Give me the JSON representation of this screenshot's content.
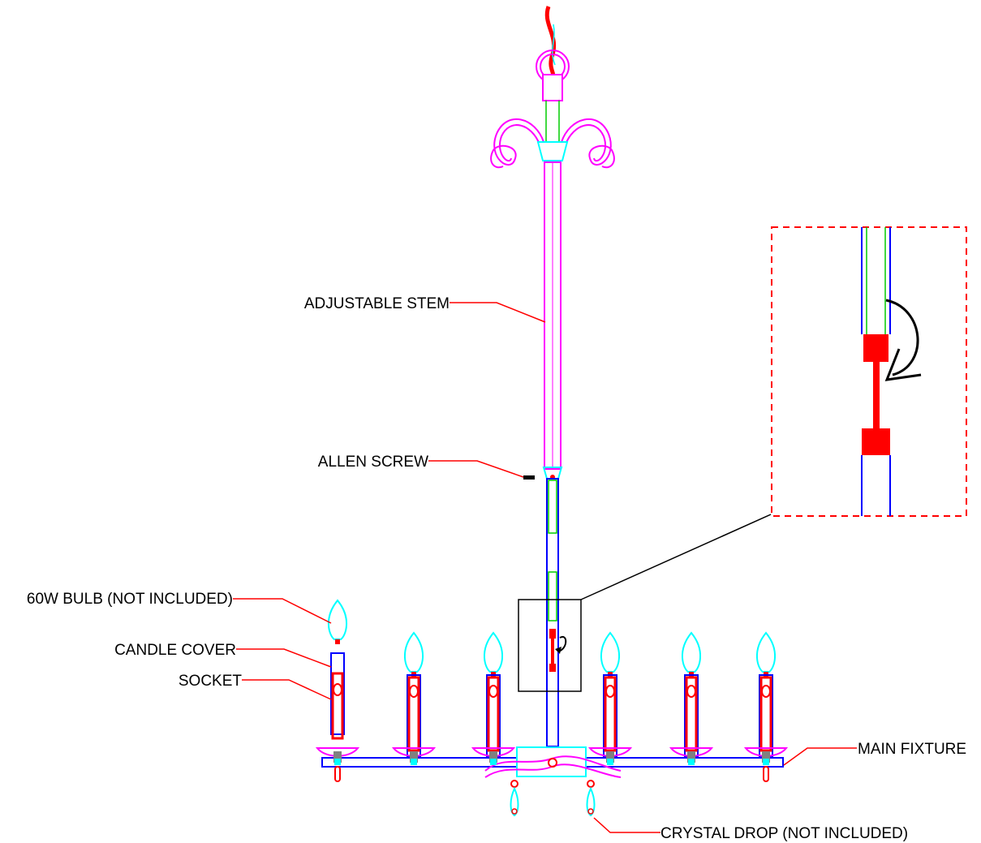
{
  "labels": {
    "adjustable_stem": "ADJUSTABLE STEM",
    "allen_screw": "ALLEN SCREW",
    "bulb": "60W BULB (NOT INCLUDED)",
    "candle_cover": "CANDLE COVER",
    "socket": "SOCKET",
    "main_fixture": "MAIN FIXTURE",
    "crystal_drop": "CRYSTAL DROP (NOT INCLUDED)"
  },
  "colors": {
    "leader": "#ff0000",
    "wire": "#ff0000",
    "frame": "#0000ff",
    "decor": "#ff00ff",
    "glass": "#00ffff",
    "thread": "#00cc00",
    "detail_box": "#ff0000"
  }
}
